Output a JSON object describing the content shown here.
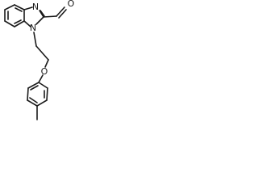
{
  "molecule": {
    "atoms": {
      "n3": "N",
      "n1": "N",
      "o_ald": "O",
      "o_ether": "O"
    }
  }
}
